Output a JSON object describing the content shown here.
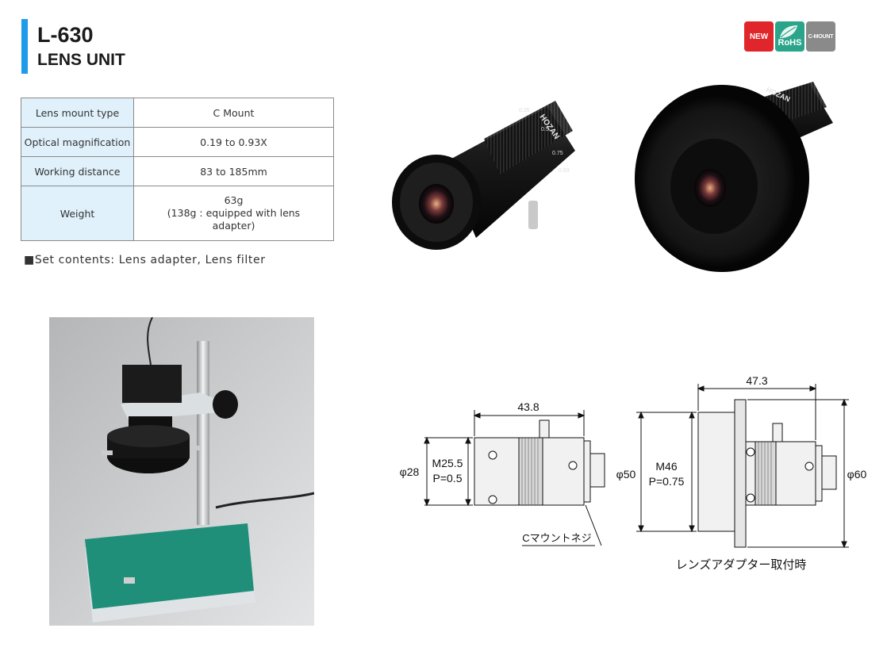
{
  "header": {
    "model": "L-630",
    "subtitle": "LENS UNIT"
  },
  "badges": {
    "new": "NEW",
    "rohs": "RoHS",
    "cmount": "C-MOUNT",
    "colors": {
      "new": "#e0262a",
      "rohs": "#2aa58a",
      "cmount": "#8a8a8a"
    }
  },
  "accent_color": "#1e9be9",
  "specs": [
    {
      "label": "Lens mount type",
      "value": "C Mount"
    },
    {
      "label": "Optical magnification",
      "value": "0.19 to 0.93X"
    },
    {
      "label": "Working distance",
      "value": "83 to 185mm"
    },
    {
      "label": "Weight",
      "value_lines": [
        "63g",
        "(138g : equipped with lens",
        "adapter)"
      ]
    }
  ],
  "set_contents": "■Set contents: Lens adapter, Lens filter",
  "lens_photo": {
    "brand": "HOZAN",
    "scale": [
      "0.25",
      "0.5",
      "0.75",
      "0.93"
    ]
  },
  "drawing": {
    "lens": {
      "length": "43.8",
      "diameter": "φ28",
      "thread": "M25.5",
      "pitch": "P=0.5",
      "outer": "φ50",
      "callout": "Cマウントネジ"
    },
    "adapter": {
      "length": "47.3",
      "thread": "M46",
      "pitch": "P=0.75",
      "outer": "φ60",
      "caption": "レンズアダプター取付時"
    }
  }
}
